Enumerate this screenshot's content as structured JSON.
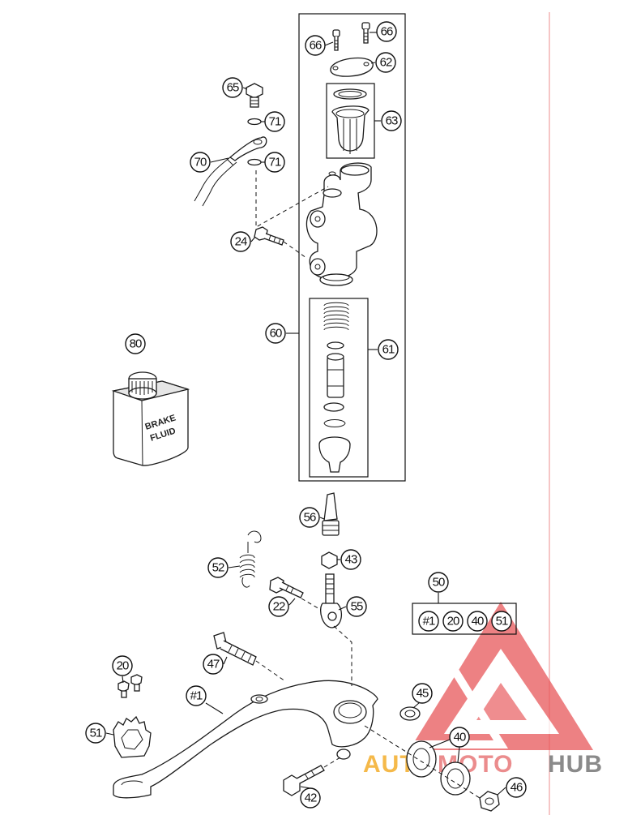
{
  "callouts": {
    "c66a": "66",
    "c66b": "66",
    "c62": "62",
    "c63": "63",
    "c65": "65",
    "c71a": "71",
    "c71b": "71",
    "c70": "70",
    "c24": "24",
    "c60": "60",
    "c61": "61",
    "c80": "80",
    "c56": "56",
    "c52": "52",
    "c43": "43",
    "c22": "22",
    "c55": "55",
    "c50": "50",
    "c50_1": "#1",
    "c50_20": "20",
    "c50_40": "40",
    "c50_51": "51",
    "c20": "20",
    "c47": "47",
    "c1": "#1",
    "c45": "45",
    "c51": "51",
    "c40": "40",
    "c42": "42",
    "c46": "46"
  },
  "brake_fluid_label": {
    "line1": "BRAKE",
    "line2": "FLUID"
  },
  "watermark": {
    "part1": "AUTO",
    "part2": "MOTO",
    "part3": "HUB",
    "color_orange": "#f5b94a",
    "color_red": "#e85a5a",
    "color_grey": "#8a8a8a"
  },
  "colors": {
    "margin_line": "#f0a0a0",
    "ink": "#111111"
  }
}
